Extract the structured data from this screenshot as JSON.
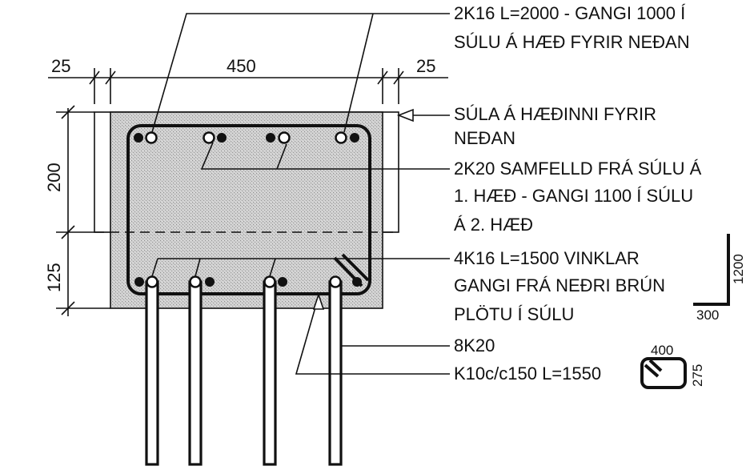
{
  "drawing": {
    "dimensions": {
      "top_left": "25",
      "top_middle": "450",
      "top_right": "25",
      "left_upper": "200",
      "left_lower": "125"
    },
    "labels": {
      "l1_line1": "2K16 L=2000 - GANGI 1000 Í",
      "l1_line2": "SÚLU Á HÆÐ FYRIR NEÐAN",
      "l2_line1": "SÚLA Á HÆÐINNI FYRIR",
      "l2_line2": "NEÐAN",
      "l3_line1": "2K20 SAMFELLD FRÁ SÚLU Á",
      "l3_line2": "1. HÆÐ - GANGI 1100 Í SÚLU",
      "l3_line3": "Á 2. HÆÐ",
      "l4_line1": "4K16 L=1500 VINKLAR",
      "l4_line2": "GANGI FRÁ NEÐRI BRÚN",
      "l4_line3": "PLÖTU Í SÚLU",
      "l5": "8K20",
      "l6": "K10c/c150 L=1550"
    },
    "bent_bar_detail": {
      "vertical_leg": "1200",
      "horizontal_leg": "300"
    },
    "stirrup_detail": {
      "width": "400",
      "height": "275"
    }
  }
}
